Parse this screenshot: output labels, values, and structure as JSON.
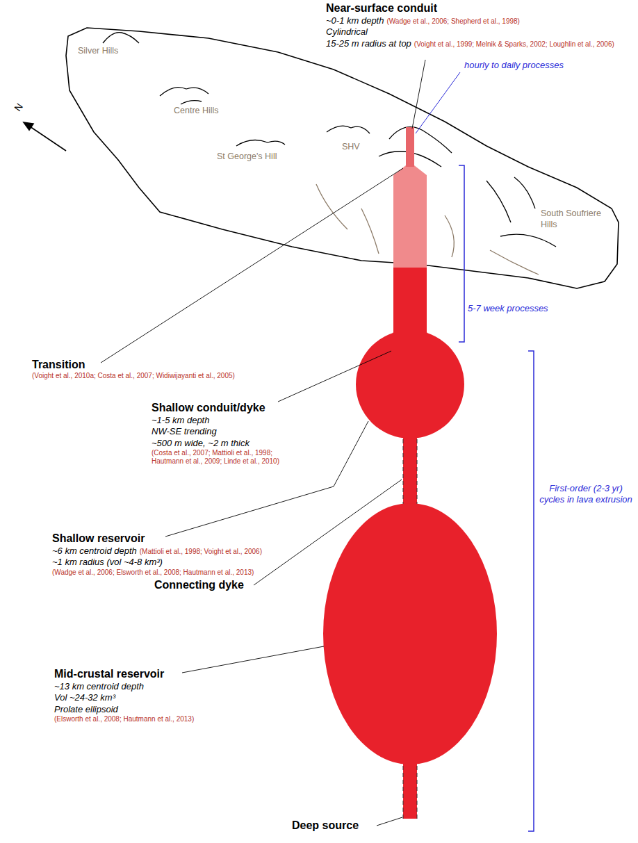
{
  "diagram": {
    "labels": [
      "Near-surface conduit",
      "~0-1 km depth",
      "(Wadge et al., 2006; Shepherd et al., 1998)",
      "Cylindrical",
      "15-25 m radius at top",
      "(Voight et al., 1999; Melnik & Sparks, 2002; Loughlin et al., 2006)",
      "hourly to daily processes",
      "Silver Hills",
      "Centre Hills",
      "St George's Hill",
      "SHV",
      "South Soufriere Hills",
      "N",
      "Transition",
      "(Voight et al., 2010a; Costa et al., 2007; Widiwijayanti et al., 2005)",
      "5-7 week processes",
      "Shallow conduit/dyke",
      "~1-5 km depth",
      "NW-SE trending",
      "~500 m wide, ~2 m thick",
      "(Costa et al., 2007; Mattioli et al., 1998; Hautmann et al., 2009; Linde et al., 2010)",
      "Shallow reservoir",
      "~6 km centroid depth",
      "(Mattioli et al., 1998; Voight et al., 2006)",
      "~1 km radius (vol ~4-8 km³)",
      "(Wadge et al., 2006; Elsworth et al., 2008; Hautmann et al., 2013)",
      "Connecting dyke",
      "First-order (2-3 yr) cycles in lava extrusion",
      "Mid-crustal reservoir",
      "~13 km centroid depth",
      "Vol ~24-32 km³",
      "Prolate ellipsoid",
      "(Elsworth et al., 2008; Hautmann et al., 2013)",
      "Deep source"
    ]
  }
}
